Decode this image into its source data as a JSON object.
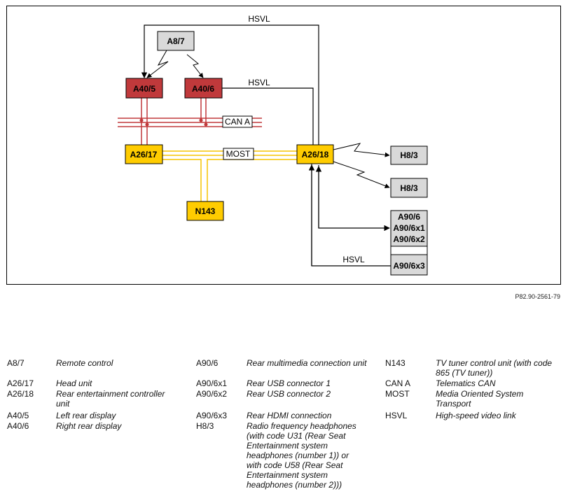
{
  "diagram": {
    "nodes": {
      "a8_7": "A8/7",
      "a40_5": "A40/5",
      "a40_6": "A40/6",
      "a26_17": "A26/17",
      "a26_18": "A26/18",
      "n143": "N143",
      "h8_3_top": "H8/3",
      "h8_3_bottom": "H8/3",
      "a90_6": "A90/6",
      "a90_6x1": "A90/6x1",
      "a90_6x2": "A90/6x2",
      "a90_6x3": "A90/6x3"
    },
    "labels": {
      "hsvl_top": "HSVL",
      "hsvl_mid": "HSVL",
      "hsvl_bottom": "HSVL",
      "can_a": "CAN A",
      "most": "MOST"
    },
    "colors": {
      "display_fill": "#c0393b",
      "unit_fill": "#ffcc00",
      "peripheral_fill": "#d9d9d9",
      "can_wire": "#c0393b",
      "most_wire": "#f5c400"
    }
  },
  "figure_ref": "P82.90-2561-79",
  "legend": {
    "col1": [
      {
        "code": "A8/7",
        "desc": "Remote control"
      },
      {
        "code": "A26/17",
        "desc": "Head unit"
      },
      {
        "code": "A26/18",
        "desc": "Rear entertainment controller unit"
      },
      {
        "code": "A40/5",
        "desc": "Left rear display"
      },
      {
        "code": "A40/6",
        "desc": "Right rear display"
      }
    ],
    "col2": [
      {
        "code": "A90/6",
        "desc": "Rear multimedia connection unit"
      },
      {
        "code": "A90/6x1",
        "desc": "Rear USB connector 1"
      },
      {
        "code": "A90/6x2",
        "desc": "Rear USB connector 2"
      },
      {
        "code": "A90/6x3",
        "desc": "Rear HDMI connection"
      },
      {
        "code": "H8/3",
        "desc": "Radio frequency headphones (with code U31 (Rear Seat Entertainment system headphones (number 1)) or with code U58 (Rear Seat Entertainment system headphones (number 2)))"
      }
    ],
    "col3": [
      {
        "code": "N143",
        "desc": "TV tuner control unit (with code 865 (TV tuner))"
      },
      {
        "code": "CAN A",
        "desc": "Telematics CAN"
      },
      {
        "code": "MOST",
        "desc": "Media Oriented System Transport"
      },
      {
        "code": "HSVL",
        "desc": "High-speed video link"
      }
    ]
  }
}
